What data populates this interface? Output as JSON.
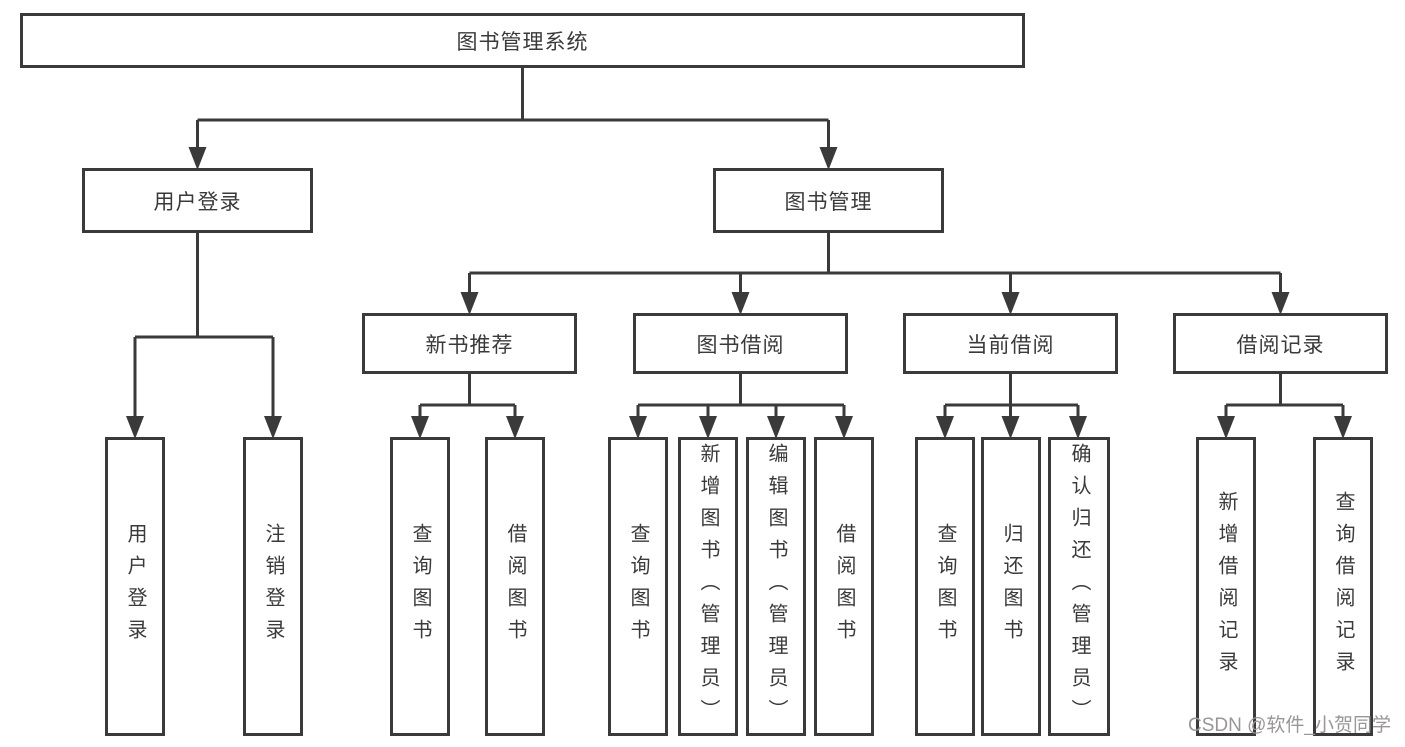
{
  "style": {
    "background": "#ffffff",
    "line_color": "#3a3a3a",
    "box_border_color": "#3a3a3a",
    "text_color": "#3a3a3a",
    "watermark_color": "#9b9595"
  },
  "diagram": {
    "root": {
      "label": "图书管理系统"
    },
    "branches": [
      {
        "label": "用户登录",
        "children": [
          {
            "label": "用户登录"
          },
          {
            "label": "注销登录"
          }
        ]
      },
      {
        "label": "图书管理",
        "children": [
          {
            "label": "新书推荐",
            "children": [
              {
                "label": "查询图书"
              },
              {
                "label": "借阅图书"
              }
            ]
          },
          {
            "label": "图书借阅",
            "children": [
              {
                "label": "查询图书"
              },
              {
                "label": "新增图书（管理员）"
              },
              {
                "label": "编辑图书（管理员）"
              },
              {
                "label": "借阅图书"
              }
            ]
          },
          {
            "label": "当前借阅",
            "children": [
              {
                "label": "查询图书"
              },
              {
                "label": "归还图书"
              },
              {
                "label": "确认归还（管理员）"
              }
            ]
          },
          {
            "label": "借阅记录",
            "children": [
              {
                "label": "新增借阅记录"
              },
              {
                "label": "查询借阅记录"
              }
            ]
          }
        ]
      }
    ]
  },
  "watermark": {
    "text": "CSDN @软件_小贺同学"
  }
}
